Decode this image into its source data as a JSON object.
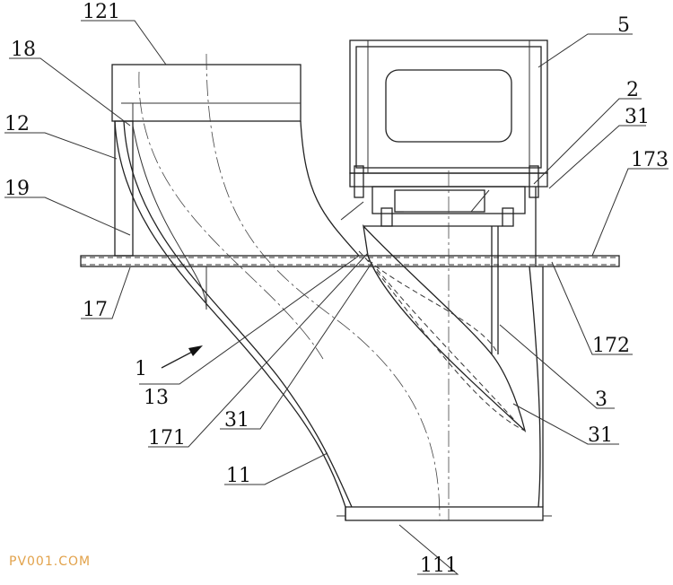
{
  "labels": {
    "l121": "121",
    "l18": "18",
    "l12": "12",
    "l19": "19",
    "l17": "17",
    "l1": "1",
    "l13": "13",
    "l171": "171",
    "l31a": "31",
    "l11": "11",
    "l111": "111",
    "l5": "5",
    "l2": "2",
    "l31b": "31",
    "l173": "173",
    "l172": "172",
    "l3": "3",
    "l31c": "31"
  },
  "watermark": "PV001.COM"
}
